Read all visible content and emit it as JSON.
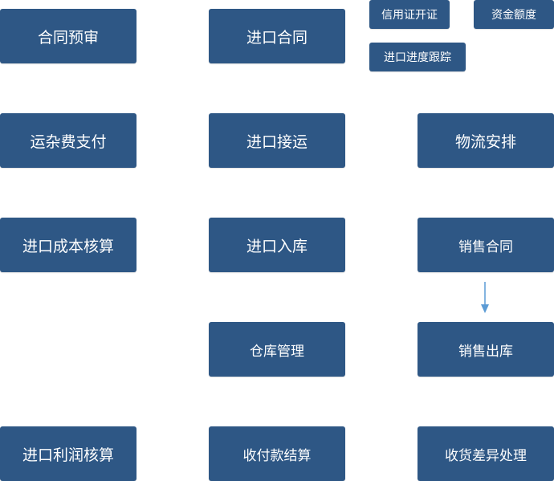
{
  "nodes": {
    "hetong_yushen": "合同预审",
    "jinkou_hetong": "进口合同",
    "xinyongzheng": "信用证开证",
    "zijin_edu": "资金额度",
    "jindu_genzong": "进口进度跟踪",
    "yunza_zhifu": "运杂费支付",
    "jinkou_jieyun": "进口接运",
    "wuliu_anpai": "物流安排",
    "chengben_hesuan": "进口成本核算",
    "jinkou_ruku": "进口入库",
    "xiaoshou_hetong": "销售合同",
    "cangku_guanli": "仓库管理",
    "xiaoshou_chuku": "销售出库",
    "lirun_hesuan": "进口利润核算",
    "shoufukuan": "收付款结算",
    "shouhuo_chayi": "收货差异处理"
  },
  "colors": {
    "node_fill": "#2e5785",
    "node_text": "#ffffff",
    "arrow": "#5b9bd5"
  }
}
